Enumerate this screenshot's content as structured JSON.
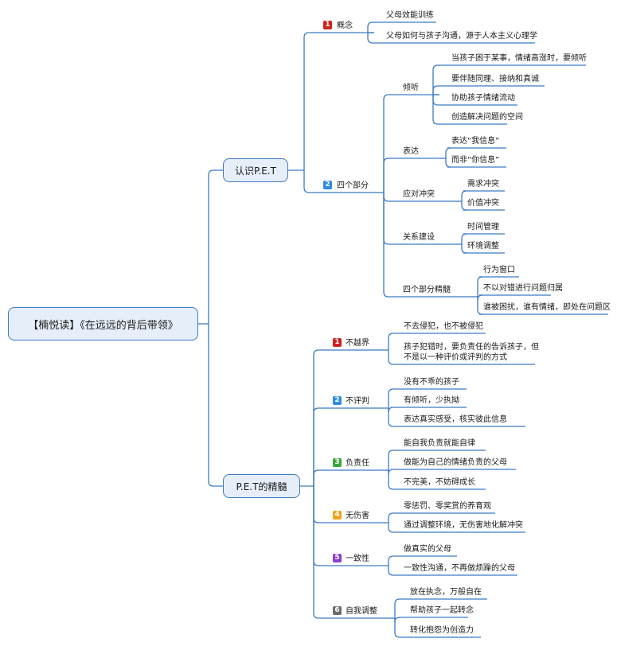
{
  "root": "【楠悦读】《在远远的背后带领》",
  "branches": [
    {
      "label": "认识P.E.T",
      "children": [
        {
          "badge": "1",
          "badge_color": "#d0211c",
          "label": "概念",
          "children": [
            "父母效能训练",
            "父母如何与孩子沟通，源于人本主义心理学"
          ]
        },
        {
          "badge": "2",
          "badge_color": "#2f8be0",
          "label": "四个部分",
          "children": [
            {
              "label": "倾听",
              "children": [
                "当孩子困于某事，情绪高涨时，要倾听",
                "要伴随同理、接纳和真诚",
                "协助孩子情绪流动",
                "创造解决问题的空间"
              ]
            },
            {
              "label": "表达",
              "children": [
                "表达“我信息”",
                "而非“你信息”"
              ]
            },
            {
              "label": "应对冲突",
              "children": [
                "需求冲突",
                "价值冲突"
              ]
            },
            {
              "label": "关系建设",
              "children": [
                "时间管理",
                "环境调整"
              ]
            },
            {
              "label": "四个部分精髓",
              "children": [
                "行为窗口",
                "不以对错进行问题归属",
                "谁被困扰，谁有情绪，即处在问题区"
              ]
            }
          ]
        }
      ]
    },
    {
      "label": "P.E.T的精髓",
      "children": [
        {
          "badge": "1",
          "badge_color": "#d0211c",
          "label": "不越界",
          "children": [
            "不去侵犯，也不被侵犯",
            "孩子犯错时，要负责任的告诉孩子，但",
            "不是以一种评价或评判的方式"
          ]
        },
        {
          "badge": "2",
          "badge_color": "#2f8be0",
          "label": "不评判",
          "children": [
            "没有不乖的孩子",
            "有倾听，少执拗",
            "表达真实感受，核实彼此信息"
          ]
        },
        {
          "badge": "3",
          "badge_color": "#3aa53a",
          "label": "负责任",
          "children": [
            "能自我负责就能自律",
            "做能为自己的情绪负责的父母",
            "不完美，不妨碍成长"
          ]
        },
        {
          "badge": "4",
          "badge_color": "#f0a21c",
          "label": "无伤害",
          "children": [
            "零惩罚、零奖赏的养育观",
            "通过调整环境，无伤害地化解冲突"
          ]
        },
        {
          "badge": "5",
          "badge_color": "#8a3fd1",
          "label": "一致性",
          "children": [
            "做真实的父母",
            "一致性沟通，不再做烦躁的父母"
          ]
        },
        {
          "badge": "6",
          "badge_color": "#6b6b6b",
          "label": "自我调整",
          "children": [
            "放在执念，万般自在",
            "帮助孩子一起转念",
            "转化抱怨为创造力"
          ]
        }
      ]
    }
  ],
  "line_color": "#3b7bc4"
}
